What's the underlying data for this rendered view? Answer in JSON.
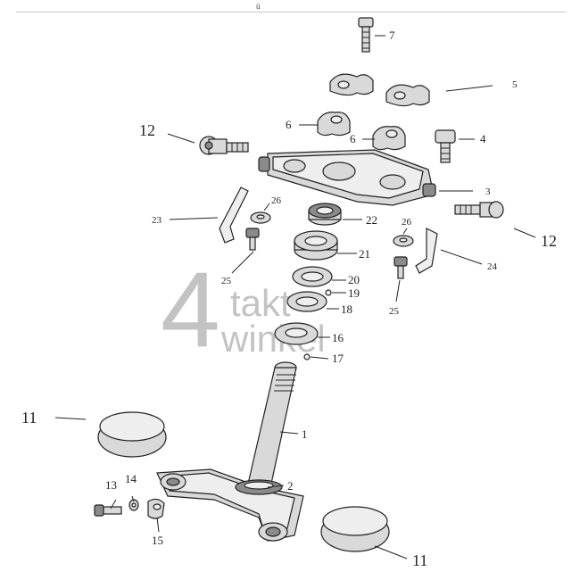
{
  "header": {
    "mark": "ü"
  },
  "watermark": {
    "big": "4",
    "line1": "takt",
    "line2": "winkel",
    "color": "#b9b9b9"
  },
  "callouts": [
    {
      "id": "c7",
      "label": "7"
    },
    {
      "id": "c5",
      "label": "5"
    },
    {
      "id": "c6a",
      "label": "6"
    },
    {
      "id": "c6b",
      "label": "6"
    },
    {
      "id": "c4",
      "label": "4"
    },
    {
      "id": "c12a",
      "label": "12"
    },
    {
      "id": "c3",
      "label": "3"
    },
    {
      "id": "c26a",
      "label": "26"
    },
    {
      "id": "c23",
      "label": "23"
    },
    {
      "id": "c22",
      "label": "22"
    },
    {
      "id": "c26b",
      "label": "26"
    },
    {
      "id": "c12b",
      "label": "12"
    },
    {
      "id": "c21",
      "label": "21"
    },
    {
      "id": "c24",
      "label": "24"
    },
    {
      "id": "c25a",
      "label": "25"
    },
    {
      "id": "c20",
      "label": "20"
    },
    {
      "id": "c19",
      "label": "19"
    },
    {
      "id": "c18",
      "label": "18"
    },
    {
      "id": "c25b",
      "label": "25"
    },
    {
      "id": "c16",
      "label": "16"
    },
    {
      "id": "c17",
      "label": "17"
    },
    {
      "id": "c11a",
      "label": "11"
    },
    {
      "id": "c1",
      "label": "1"
    },
    {
      "id": "c2",
      "label": "2"
    },
    {
      "id": "c13",
      "label": "13"
    },
    {
      "id": "c14",
      "label": "14"
    },
    {
      "id": "c15",
      "label": "15"
    },
    {
      "id": "c11b",
      "label": "11"
    }
  ]
}
